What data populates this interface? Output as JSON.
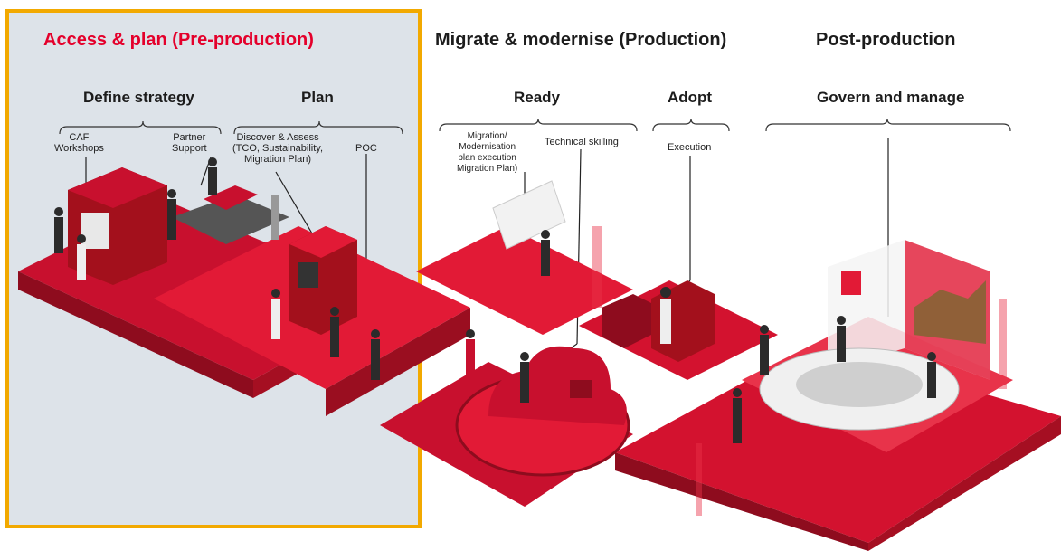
{
  "phases": {
    "pre": "Access & plan (Pre-production)",
    "production": "Migrate & modernise (Production)",
    "post": "Post-production"
  },
  "stages": {
    "define": "Define strategy",
    "plan": "Plan",
    "ready": "Ready",
    "adopt": "Adopt",
    "govern": "Govern and manage"
  },
  "labels": {
    "caf": "CAF\nWorkshops",
    "partner": "Partner\nSupport",
    "discover": "Discover & Assess\n(TCO, Sustainability,\nMigration Plan)",
    "poc": "POC",
    "migration": "Migration/\nModernisation\nplan execution\nMigration Plan)",
    "skilling": "Technical skilling",
    "execution": "Execution"
  },
  "colors": {
    "accent_red": "#e4002b",
    "dark_red": "#a3101c",
    "border_yellow": "#f2a900",
    "panel_grey": "#dde3e9"
  }
}
